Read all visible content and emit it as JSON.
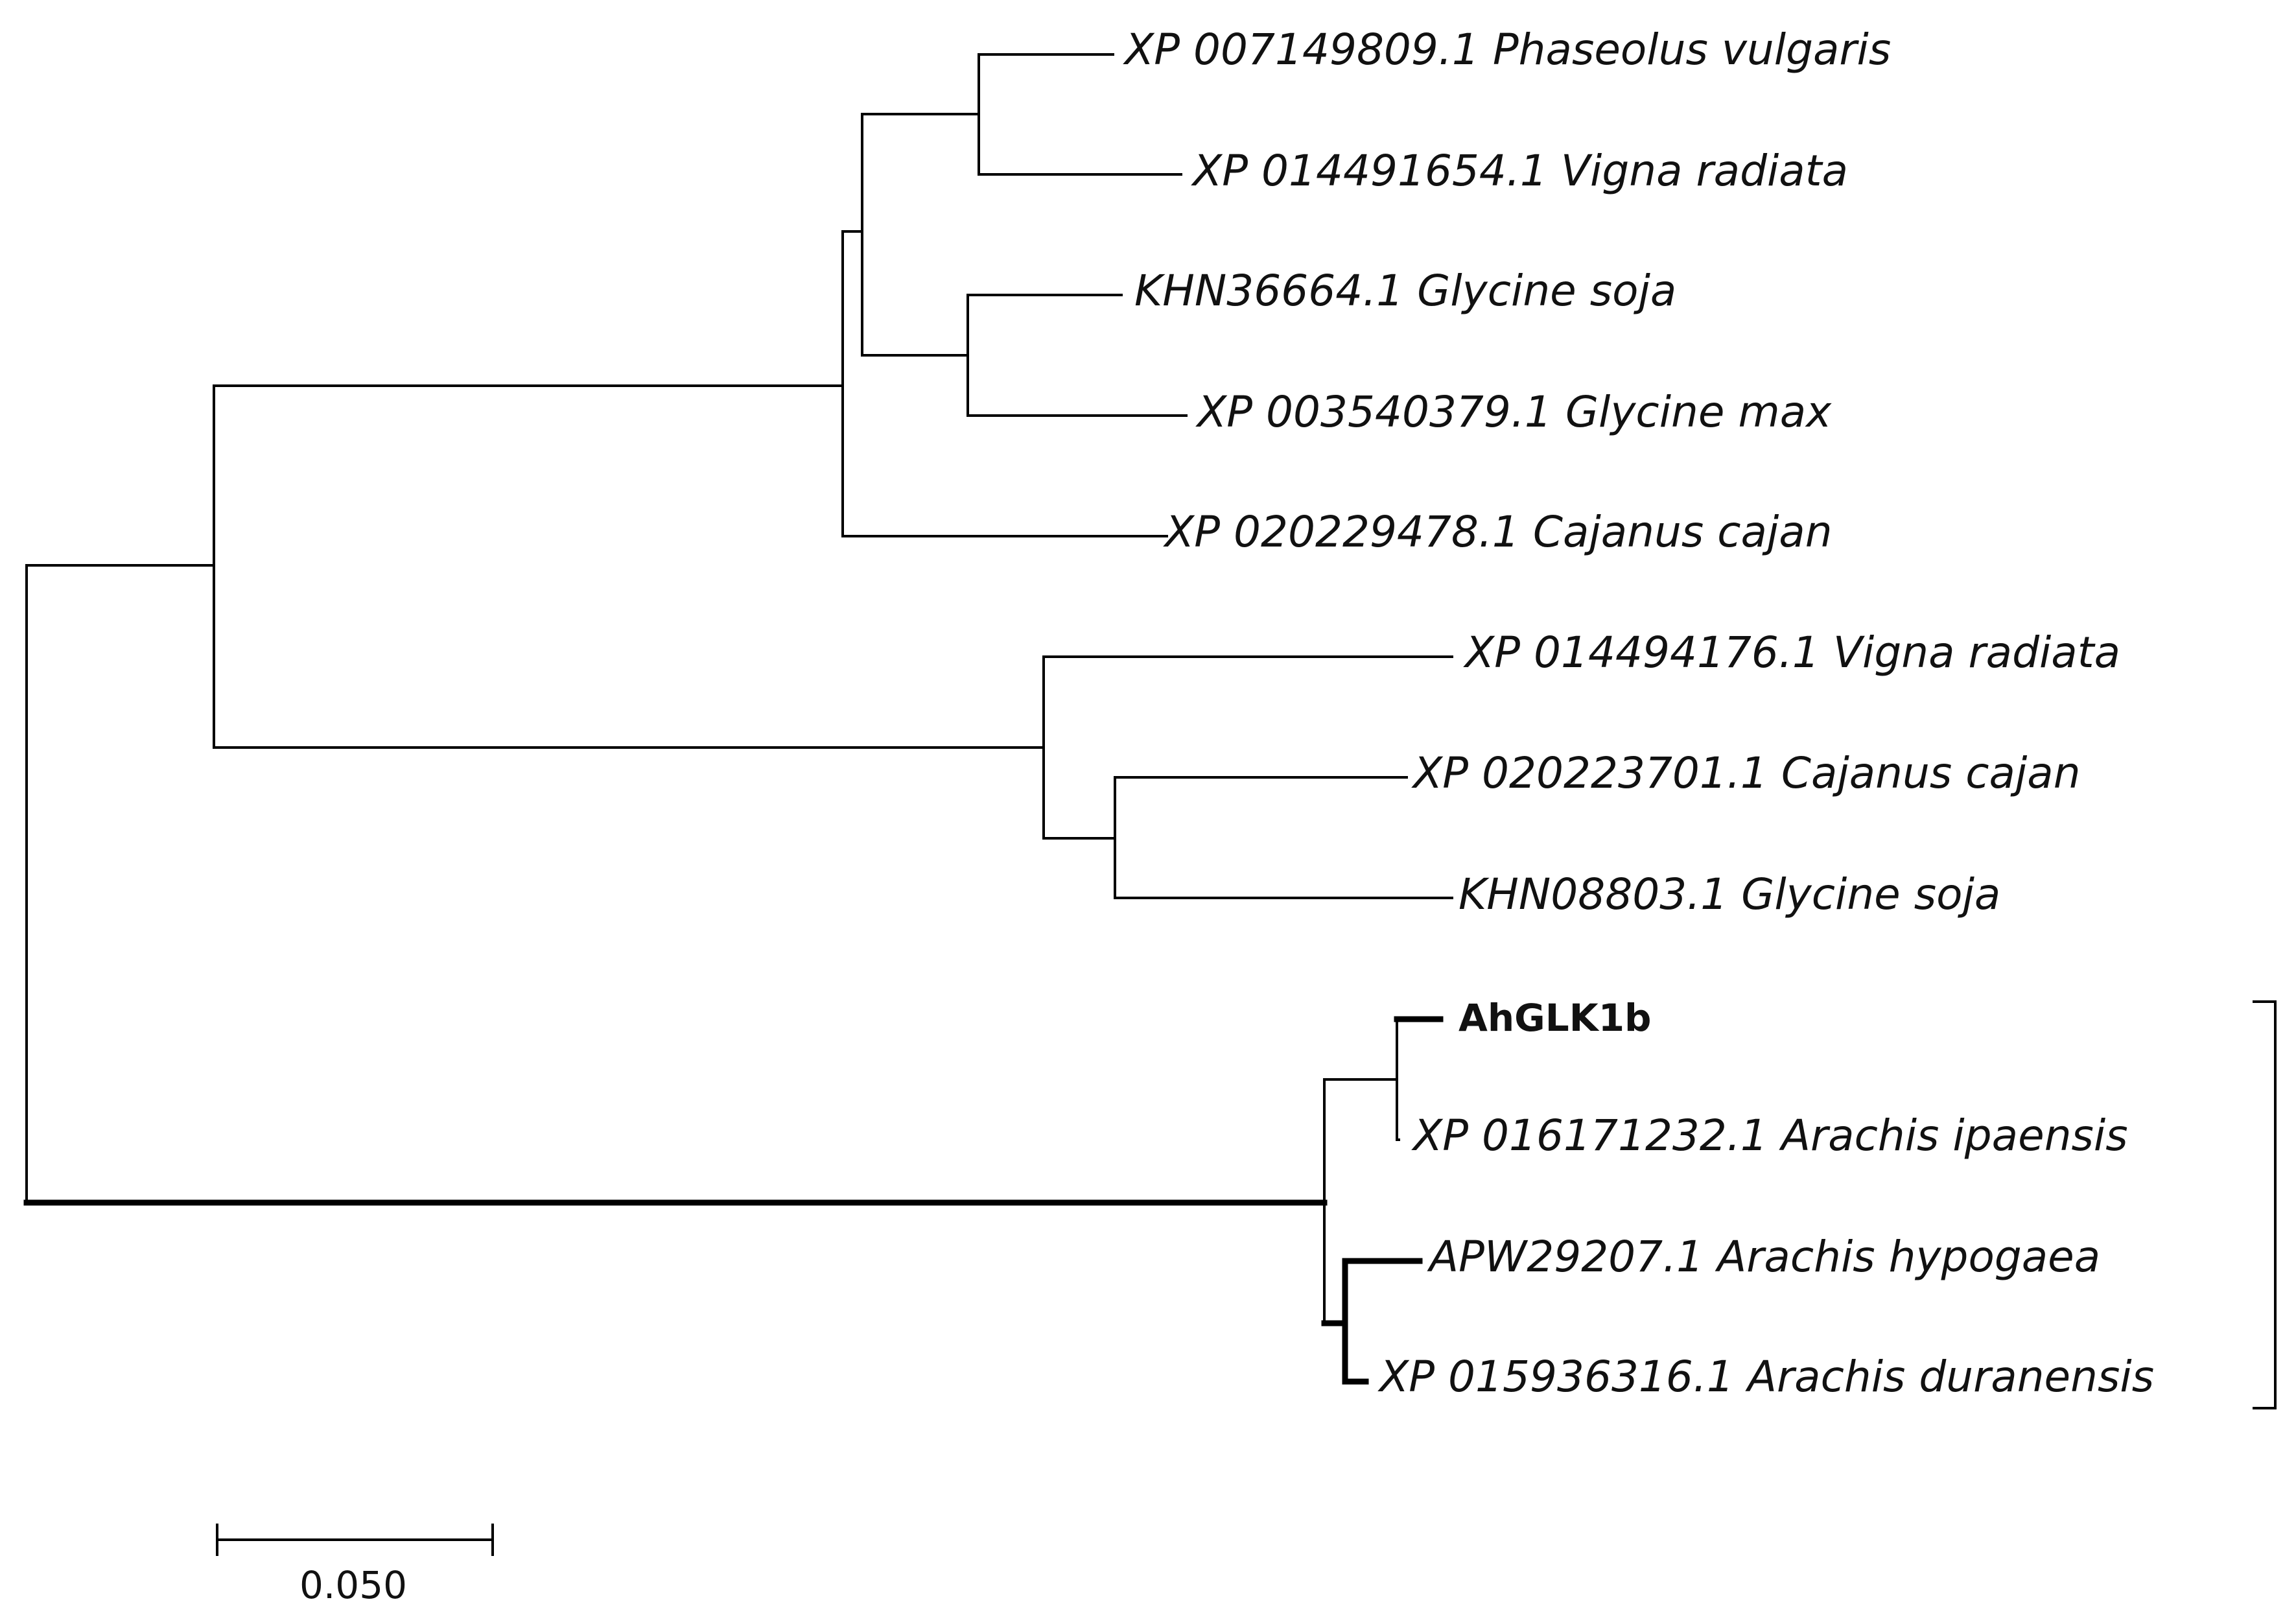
{
  "tree": {
    "leaves": [
      {
        "id": "L1",
        "label": "XP 007149809.1 Phaseolus vulgaris",
        "bold": false
      },
      {
        "id": "L2",
        "label": "XP 014491654.1 Vigna radiata",
        "bold": false
      },
      {
        "id": "L3",
        "label": "KHN36664.1 Glycine soja",
        "bold": false
      },
      {
        "id": "L4",
        "label": "XP 003540379.1 Glycine max",
        "bold": false
      },
      {
        "id": "L5",
        "label": "XP 020229478.1 Cajanus cajan",
        "bold": false
      },
      {
        "id": "L6",
        "label": "XP 014494176.1 Vigna radiata",
        "bold": false
      },
      {
        "id": "L7",
        "label": "XP 020223701.1 Cajanus cajan",
        "bold": false
      },
      {
        "id": "L8",
        "label": "KHN08803.1 Glycine soja",
        "bold": false
      },
      {
        "id": "L9",
        "label": "AhGLK1b",
        "bold": true
      },
      {
        "id": "L10",
        "label": "XP 016171232.1 Arachis ipaensis",
        "bold": false
      },
      {
        "id": "L11",
        "label": "APW29207.1 Arachis hypogaea",
        "bold": false
      },
      {
        "id": "L12",
        "label": "XP 015936316.1 Arachis duranensis",
        "bold": false
      }
    ],
    "highlighted_clade": [
      "L9",
      "L10",
      "L11",
      "L12"
    ],
    "scale_bar": {
      "value": 0.05,
      "label": "0.050"
    },
    "colors": {
      "line": "#000000",
      "text": "#111111",
      "background": "#ffffff"
    }
  }
}
